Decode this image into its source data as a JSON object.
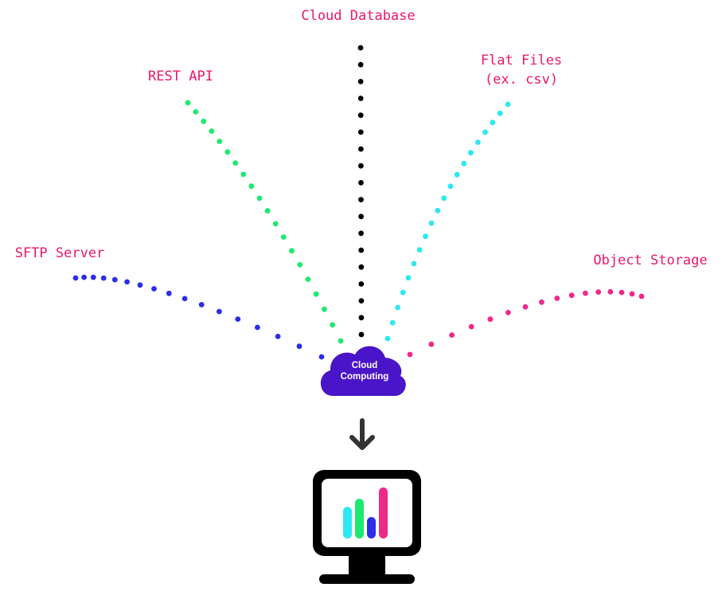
{
  "sources": [
    {
      "id": "cloud-database",
      "label": [
        "Cloud Database"
      ],
      "color": "#000000"
    },
    {
      "id": "rest-api",
      "label": [
        "REST API"
      ],
      "color": "#1ee86f"
    },
    {
      "id": "flat-files",
      "label": [
        "Flat Files",
        "(ex. csv)"
      ],
      "color": "#2be8f2"
    },
    {
      "id": "sftp-server",
      "label": [
        "SFTP Server"
      ],
      "color": "#2b2ee8"
    },
    {
      "id": "object-storage",
      "label": [
        "Object Storage"
      ],
      "color": "#f0288a"
    }
  ],
  "hub": {
    "label": [
      "Cloud",
      "Computing"
    ],
    "color": "#4a14c8"
  },
  "arrow": {
    "icon": "arrow-down-icon",
    "color": "#333333"
  },
  "monitor": {
    "icon": "monitor-icon",
    "bars": [
      {
        "color": "#2be8f2",
        "value": 0.62
      },
      {
        "color": "#1ee86f",
        "value": 0.78
      },
      {
        "color": "#2b2ee8",
        "value": 0.42
      },
      {
        "color": "#f0288a",
        "value": 1.0
      }
    ]
  },
  "colors": {
    "label": "#e8186b"
  }
}
